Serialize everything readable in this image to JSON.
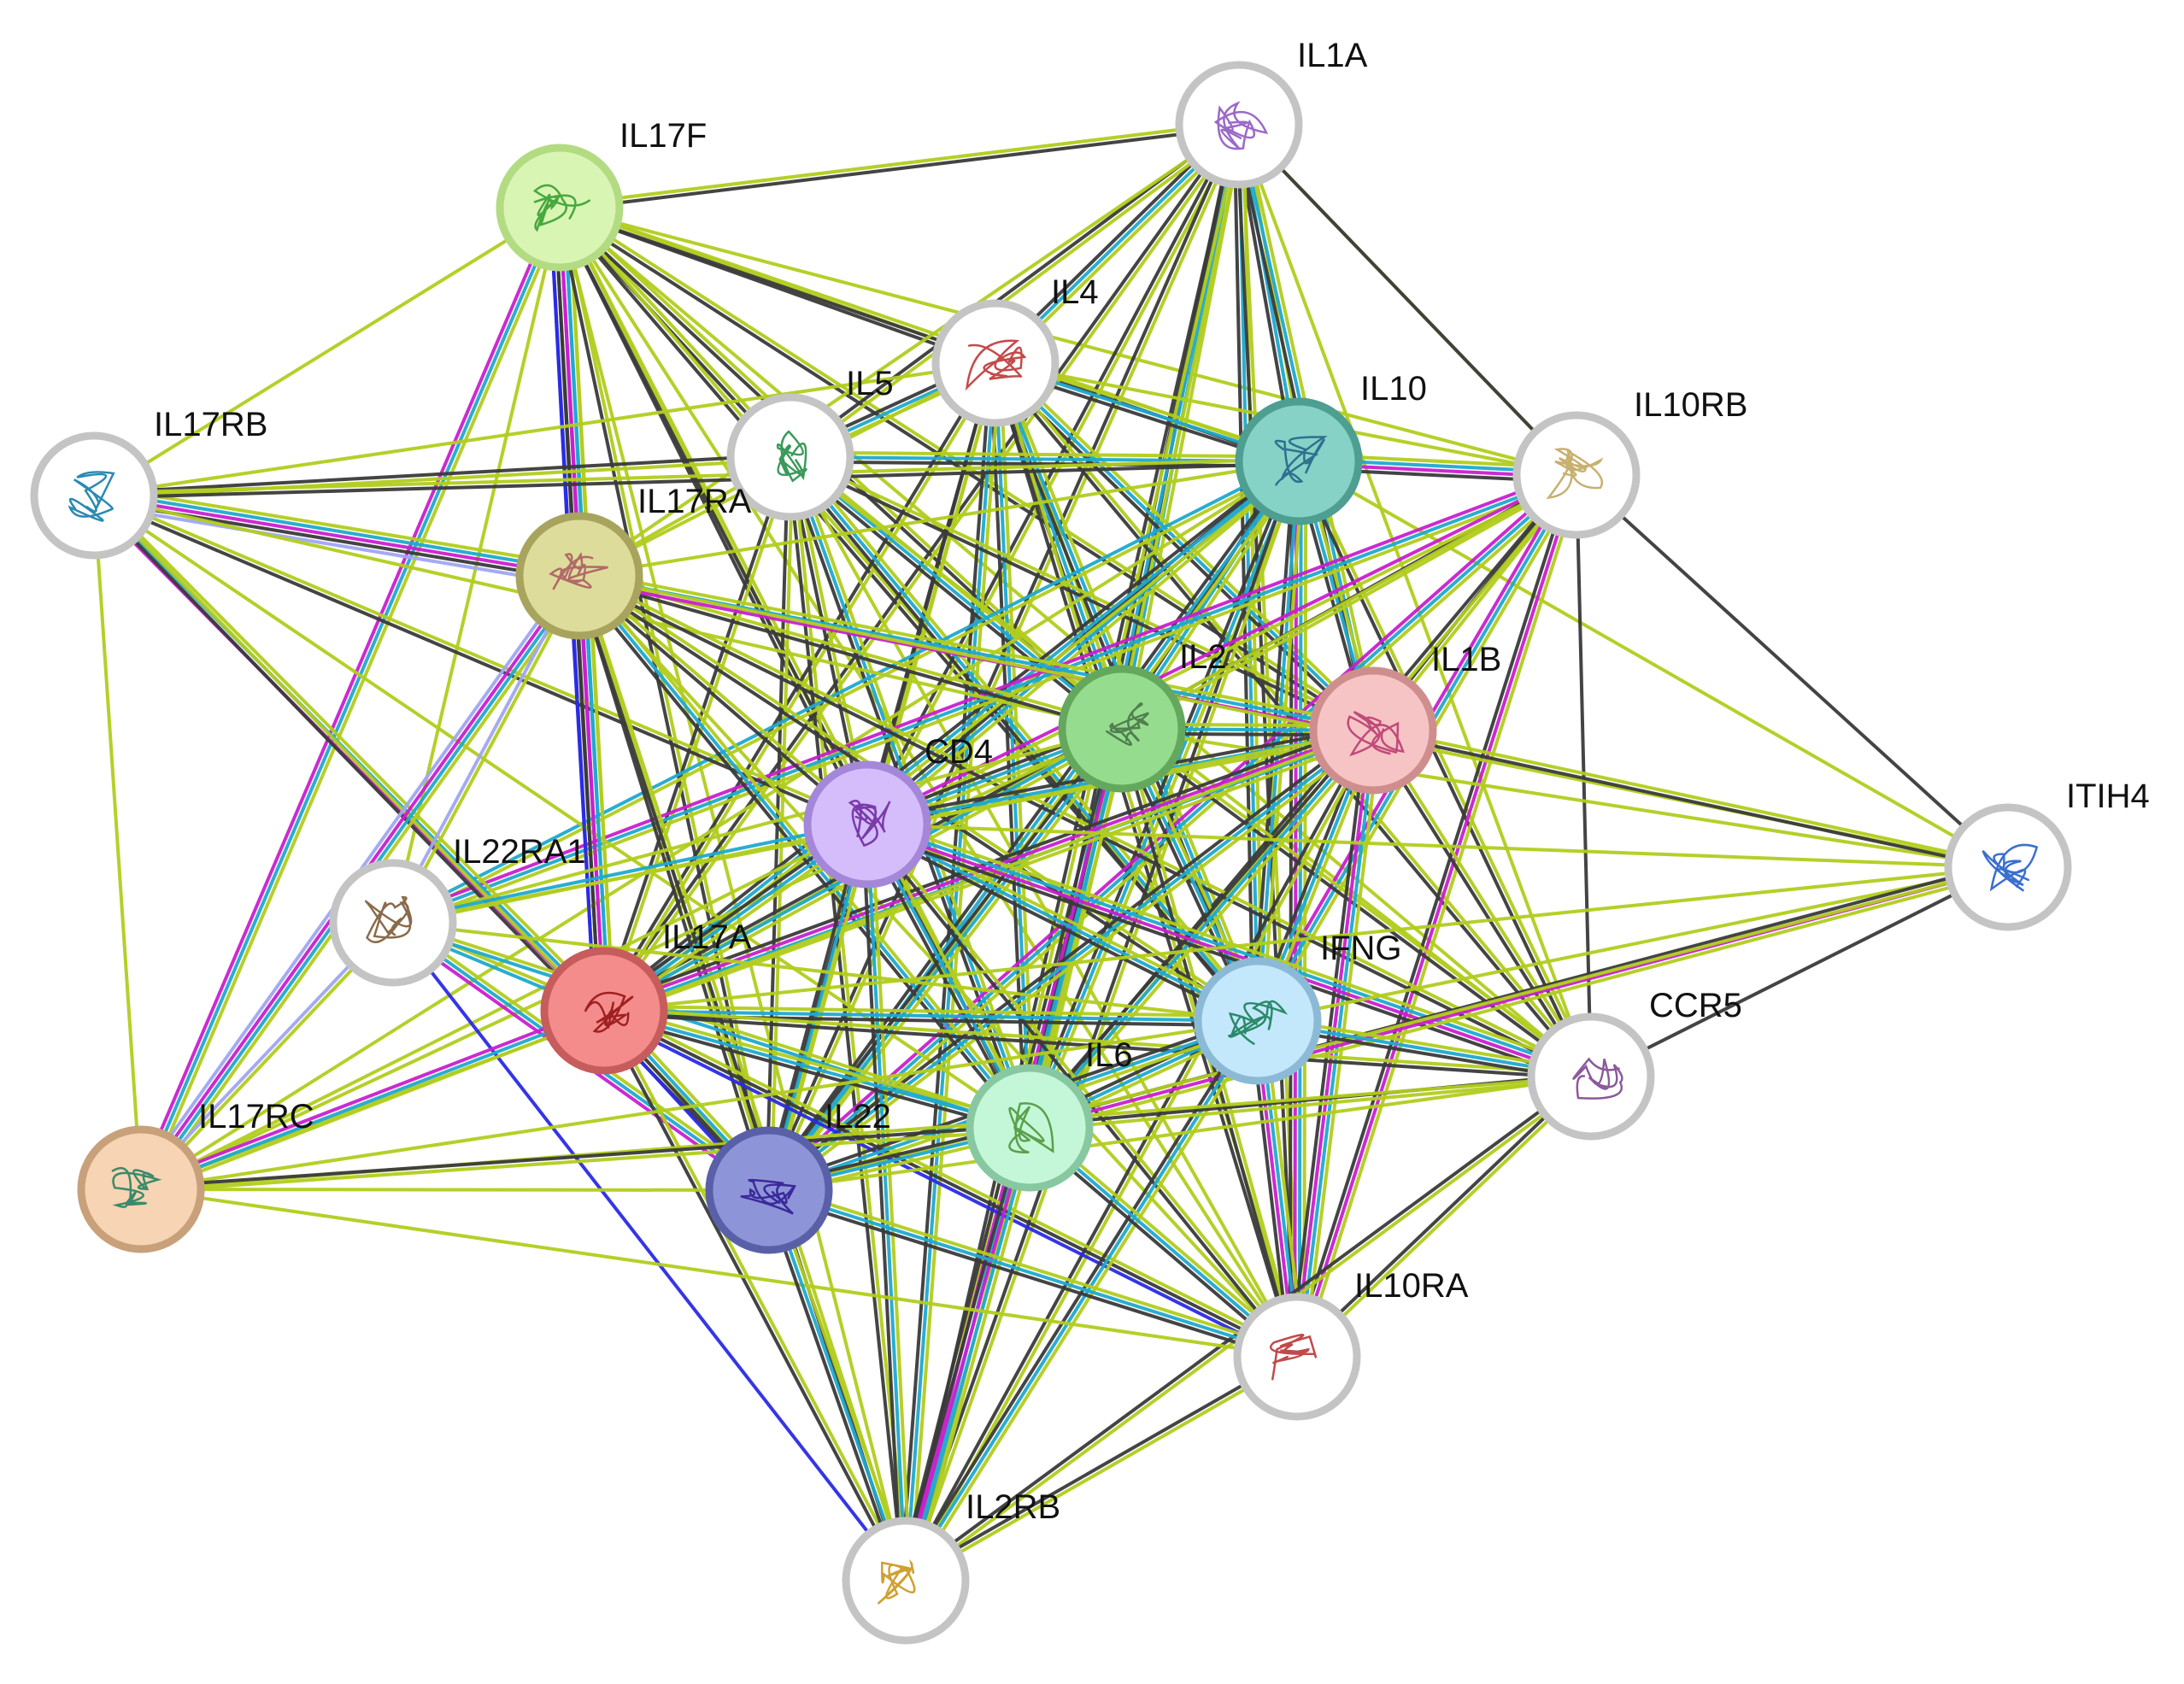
{
  "nodes": [
    {
      "id": "IL17F",
      "label": "IL17F",
      "color": "#d9f5b4",
      "ring": "#b3db82",
      "art": "#47a83e"
    },
    {
      "id": "IL1A",
      "label": "IL1A",
      "color": "#ffffff",
      "ring": "#c4c4c4",
      "art": "#9b69c8"
    },
    {
      "id": "IL4",
      "label": "IL4",
      "color": "#ffffff",
      "ring": "#c4c4c4",
      "art": "#c44a4a"
    },
    {
      "id": "IL5",
      "label": "IL5",
      "color": "#ffffff",
      "ring": "#c4c4c4",
      "art": "#3a9a5a"
    },
    {
      "id": "IL10",
      "label": "IL10",
      "color": "#86d2c6",
      "ring": "#4e9e92",
      "art": "#2f6f8f"
    },
    {
      "id": "IL10RB",
      "label": "IL10RB",
      "color": "#ffffff",
      "ring": "#c4c4c4",
      "art": "#c8b070"
    },
    {
      "id": "IL17RB",
      "label": "IL17RB",
      "color": "#ffffff",
      "ring": "#c4c4c4",
      "art": "#2a8ab0"
    },
    {
      "id": "IL17RA",
      "label": "IL17RA",
      "color": "#dedc9a",
      "ring": "#a8a45e",
      "art": "#b06a6a"
    },
    {
      "id": "IL2",
      "label": "IL2",
      "color": "#96dc8e",
      "ring": "#63a85d",
      "art": "#4f7f4f"
    },
    {
      "id": "IL1B",
      "label": "IL1B",
      "color": "#f6c4c4",
      "ring": "#cf8e8e",
      "art": "#c04a7a"
    },
    {
      "id": "CD4",
      "label": "CD4",
      "color": "#d4bdfa",
      "ring": "#a487d9",
      "art": "#7a3aa8"
    },
    {
      "id": "ITIH4",
      "label": "ITIH4",
      "color": "#ffffff",
      "ring": "#c4c4c4",
      "art": "#3a6fd0"
    },
    {
      "id": "IL22RA1",
      "label": "IL22RA1",
      "color": "#ffffff",
      "ring": "#c4c4c4",
      "art": "#8a6a4a"
    },
    {
      "id": "IL17A",
      "label": "IL17A",
      "color": "#f48c8c",
      "ring": "#c75c5c",
      "art": "#a02020"
    },
    {
      "id": "IFNG",
      "label": "IFNG",
      "color": "#c4e8fb",
      "ring": "#8cbad6",
      "art": "#2a8a6a"
    },
    {
      "id": "CCR5",
      "label": "CCR5",
      "color": "#ffffff",
      "ring": "#c4c4c4",
      "art": "#8a5a9a"
    },
    {
      "id": "IL6",
      "label": "IL6",
      "color": "#c4f7d8",
      "ring": "#88c8a0",
      "art": "#5aa04a"
    },
    {
      "id": "IL17RC",
      "label": "IL17RC",
      "color": "#f6d4b4",
      "ring": "#c8a07a",
      "art": "#3a8a6a"
    },
    {
      "id": "IL22",
      "label": "IL22",
      "color": "#8e94d8",
      "ring": "#5a60a8",
      "art": "#3a2a9a"
    },
    {
      "id": "IL10RA",
      "label": "IL10RA",
      "color": "#ffffff",
      "ring": "#c4c4c4",
      "art": "#c04a4a"
    },
    {
      "id": "IL2RB",
      "label": "IL2RB",
      "color": "#ffffff",
      "ring": "#c4c4c4",
      "art": "#d0a030"
    }
  ],
  "edges": [
    [
      "IL17F",
      "IL1A",
      [
        "g",
        "k"
      ]
    ],
    [
      "IL17F",
      "IL4",
      [
        "g",
        "k"
      ]
    ],
    [
      "IL17F",
      "IL5",
      [
        "g",
        "k"
      ]
    ],
    [
      "IL17F",
      "IL10",
      [
        "g",
        "k"
      ]
    ],
    [
      "IL17F",
      "IL10RB",
      [
        "g"
      ]
    ],
    [
      "IL17F",
      "IL17RB",
      [
        "g"
      ]
    ],
    [
      "IL17F",
      "IL17RA",
      [
        "g",
        "c",
        "m",
        "k",
        "b"
      ]
    ],
    [
      "IL17F",
      "IL2",
      [
        "g",
        "k"
      ]
    ],
    [
      "IL17F",
      "IL1B",
      [
        "g",
        "k"
      ]
    ],
    [
      "IL17F",
      "CD4",
      [
        "g",
        "k"
      ]
    ],
    [
      "IL17F",
      "IL22RA1",
      [
        "g"
      ]
    ],
    [
      "IL17F",
      "IL17A",
      [
        "g",
        "c",
        "m",
        "k",
        "b"
      ]
    ],
    [
      "IL17F",
      "IFNG",
      [
        "g",
        "k"
      ]
    ],
    [
      "IL17F",
      "CCR5",
      [
        "g"
      ]
    ],
    [
      "IL17F",
      "IL6",
      [
        "g",
        "k"
      ]
    ],
    [
      "IL17F",
      "IL17RC",
      [
        "g",
        "c",
        "m"
      ]
    ],
    [
      "IL17F",
      "IL22",
      [
        "g",
        "k"
      ]
    ],
    [
      "IL17F",
      "IL10RA",
      [
        "g"
      ]
    ],
    [
      "IL17F",
      "IL2RB",
      [
        "g"
      ]
    ],
    [
      "IL1A",
      "IL4",
      [
        "g",
        "c",
        "k"
      ]
    ],
    [
      "IL1A",
      "IL5",
      [
        "g",
        "k"
      ]
    ],
    [
      "IL1A",
      "IL10",
      [
        "g",
        "c",
        "k"
      ]
    ],
    [
      "IL1A",
      "IL10RB",
      [
        "g"
      ]
    ],
    [
      "IL1A",
      "IL2",
      [
        "g",
        "c",
        "k"
      ]
    ],
    [
      "IL1A",
      "IL1B",
      [
        "g",
        "c",
        "k"
      ]
    ],
    [
      "IL1A",
      "CD4",
      [
        "g",
        "k"
      ]
    ],
    [
      "IL1A",
      "IL17A",
      [
        "g",
        "k"
      ]
    ],
    [
      "IL1A",
      "IFNG",
      [
        "g",
        "c",
        "k"
      ]
    ],
    [
      "IL1A",
      "CCR5",
      [
        "g"
      ]
    ],
    [
      "IL1A",
      "IL6",
      [
        "g",
        "c",
        "k"
      ]
    ],
    [
      "IL1A",
      "IL22",
      [
        "g",
        "k"
      ]
    ],
    [
      "IL1A",
      "IL10RA",
      [
        "g",
        "k"
      ]
    ],
    [
      "IL1A",
      "IL2RB",
      [
        "g",
        "k"
      ]
    ],
    [
      "IL1A",
      "IL17RA",
      [
        "g"
      ]
    ],
    [
      "IL4",
      "IL5",
      [
        "g",
        "c",
        "k"
      ]
    ],
    [
      "IL4",
      "IL10",
      [
        "g",
        "c",
        "k"
      ]
    ],
    [
      "IL4",
      "IL10RB",
      [
        "g"
      ]
    ],
    [
      "IL4",
      "IL2",
      [
        "g",
        "c",
        "k"
      ]
    ],
    [
      "IL4",
      "IL1B",
      [
        "g",
        "c",
        "k"
      ]
    ],
    [
      "IL4",
      "CD4",
      [
        "g",
        "k"
      ]
    ],
    [
      "IL4",
      "IL17A",
      [
        "g",
        "k"
      ]
    ],
    [
      "IL4",
      "IFNG",
      [
        "g",
        "c",
        "k"
      ]
    ],
    [
      "IL4",
      "CCR5",
      [
        "g",
        "k"
      ]
    ],
    [
      "IL4",
      "IL6",
      [
        "g",
        "c",
        "k"
      ]
    ],
    [
      "IL4",
      "IL22",
      [
        "g",
        "k"
      ]
    ],
    [
      "IL4",
      "IL10RA",
      [
        "g",
        "k"
      ]
    ],
    [
      "IL4",
      "IL2RB",
      [
        "g",
        "c",
        "k"
      ]
    ],
    [
      "IL4",
      "IL17RA",
      [
        "g"
      ]
    ],
    [
      "IL4",
      "IL17RB",
      [
        "g"
      ]
    ],
    [
      "IL5",
      "IL10",
      [
        "g",
        "c",
        "k"
      ]
    ],
    [
      "IL5",
      "IL2",
      [
        "g",
        "c",
        "k"
      ]
    ],
    [
      "IL5",
      "IL1B",
      [
        "g",
        "k"
      ]
    ],
    [
      "IL5",
      "CD4",
      [
        "g",
        "k"
      ]
    ],
    [
      "IL5",
      "IL17A",
      [
        "g",
        "k"
      ]
    ],
    [
      "IL5",
      "IFNG",
      [
        "g",
        "c",
        "k"
      ]
    ],
    [
      "IL5",
      "IL6",
      [
        "g",
        "c",
        "k"
      ]
    ],
    [
      "IL5",
      "IL22",
      [
        "g",
        "k"
      ]
    ],
    [
      "IL5",
      "IL2RB",
      [
        "g",
        "k"
      ]
    ],
    [
      "IL5",
      "IL10RA",
      [
        "g"
      ]
    ],
    [
      "IL5",
      "IL17RB",
      [
        "g",
        "k"
      ]
    ],
    [
      "IL5",
      "IL17RA",
      [
        "g"
      ]
    ],
    [
      "IL5",
      "CCR5",
      [
        "g"
      ]
    ],
    [
      "IL10",
      "IL10RB",
      [
        "g",
        "c",
        "m",
        "k"
      ]
    ],
    [
      "IL10",
      "IL10RA",
      [
        "g",
        "c",
        "m",
        "k"
      ]
    ],
    [
      "IL10",
      "IL2",
      [
        "g",
        "c",
        "k"
      ]
    ],
    [
      "IL10",
      "IL1B",
      [
        "g",
        "c",
        "k"
      ]
    ],
    [
      "IL10",
      "CD4",
      [
        "g",
        "c",
        "k"
      ]
    ],
    [
      "IL10",
      "IL17A",
      [
        "g",
        "c",
        "k"
      ]
    ],
    [
      "IL10",
      "IFNG",
      [
        "g",
        "c",
        "k"
      ]
    ],
    [
      "IL10",
      "CCR5",
      [
        "g",
        "k"
      ]
    ],
    [
      "IL10",
      "IL6",
      [
        "g",
        "c",
        "k"
      ]
    ],
    [
      "IL10",
      "IL22",
      [
        "g",
        "c",
        "k"
      ]
    ],
    [
      "IL10",
      "IL2RB",
      [
        "g",
        "k"
      ]
    ],
    [
      "IL10",
      "IL17RA",
      [
        "g"
      ]
    ],
    [
      "IL10",
      "IL22RA1",
      [
        "g",
        "c"
      ]
    ],
    [
      "IL10",
      "IL17RC",
      [
        "g"
      ]
    ],
    [
      "IL10",
      "ITIH4",
      [
        "g"
      ]
    ],
    [
      "IL10RB",
      "IL10RA",
      [
        "g",
        "m",
        "k"
      ]
    ],
    [
      "IL10RB",
      "IL22RA1",
      [
        "g",
        "c",
        "m"
      ]
    ],
    [
      "IL10RB",
      "IL22",
      [
        "g",
        "c",
        "m"
      ]
    ],
    [
      "IL10RB",
      "IL2",
      [
        "g",
        "k"
      ]
    ],
    [
      "IL10RB",
      "IL1B",
      [
        "g",
        "k"
      ]
    ],
    [
      "IL10RB",
      "CD4",
      [
        "g",
        "m"
      ]
    ],
    [
      "IL10RB",
      "IFNG",
      [
        "g",
        "c",
        "m"
      ]
    ],
    [
      "IL10RB",
      "IL6",
      [
        "g",
        "k"
      ]
    ],
    [
      "IL10RB",
      "CCR5",
      [
        "k"
      ]
    ],
    [
      "IL10RB",
      "ITIH4",
      [
        "k"
      ]
    ],
    [
      "IL10RB",
      "IL17A",
      [
        "g"
      ]
    ],
    [
      "IL10RB",
      "IL1A",
      [
        "k"
      ]
    ],
    [
      "IL17RB",
      "IL17RA",
      [
        "g",
        "c",
        "m",
        "k",
        "lb"
      ]
    ],
    [
      "IL17RB",
      "IL17A",
      [
        "g",
        "c",
        "m"
      ]
    ],
    [
      "IL17RB",
      "IL17RC",
      [
        "g"
      ]
    ],
    [
      "IL17RB",
      "CD4",
      [
        "g",
        "k"
      ]
    ],
    [
      "IL17RB",
      "IL22",
      [
        "g",
        "k"
      ]
    ],
    [
      "IL17RB",
      "IL2",
      [
        "g"
      ]
    ],
    [
      "IL17RB",
      "IL6",
      [
        "g"
      ]
    ],
    [
      "IL17RB",
      "IL10",
      [
        "g",
        "k"
      ]
    ],
    [
      "IL17RA",
      "IL17A",
      [
        "g",
        "c",
        "m",
        "k",
        "b"
      ]
    ],
    [
      "IL17RA",
      "IL17RC",
      [
        "g",
        "c",
        "m",
        "lb"
      ]
    ],
    [
      "IL17RA",
      "IL2",
      [
        "g",
        "k"
      ]
    ],
    [
      "IL17RA",
      "IL1B",
      [
        "g",
        "c",
        "m"
      ]
    ],
    [
      "IL17RA",
      "CD4",
      [
        "g",
        "k"
      ]
    ],
    [
      "IL17RA",
      "IFNG",
      [
        "g",
        "k"
      ]
    ],
    [
      "IL17RA",
      "IL6",
      [
        "g",
        "c",
        "k"
      ]
    ],
    [
      "IL17RA",
      "IL22",
      [
        "g",
        "k"
      ]
    ],
    [
      "IL17RA",
      "CCR5",
      [
        "g",
        "k"
      ]
    ],
    [
      "IL17RA",
      "IL10RA",
      [
        "g"
      ]
    ],
    [
      "IL17RA",
      "IL2RB",
      [
        "g",
        "k"
      ]
    ],
    [
      "IL17RA",
      "IL22RA1",
      [
        "g",
        "lb"
      ]
    ],
    [
      "IL17RA",
      "ITIH4",
      [
        "g"
      ]
    ],
    [
      "IL2",
      "IL1B",
      [
        "g",
        "c",
        "k"
      ]
    ],
    [
      "IL2",
      "CD4",
      [
        "g",
        "c",
        "k"
      ]
    ],
    [
      "IL2",
      "IL17A",
      [
        "g",
        "c",
        "k"
      ]
    ],
    [
      "IL2",
      "IFNG",
      [
        "g",
        "c",
        "k"
      ]
    ],
    [
      "IL2",
      "CCR5",
      [
        "g",
        "k"
      ]
    ],
    [
      "IL2",
      "IL6",
      [
        "g",
        "c",
        "k"
      ]
    ],
    [
      "IL2",
      "IL22",
      [
        "g",
        "c",
        "k"
      ]
    ],
    [
      "IL2",
      "IL10RA",
      [
        "g",
        "k"
      ]
    ],
    [
      "IL2",
      "IL2RB",
      [
        "g",
        "c",
        "m",
        "k"
      ]
    ],
    [
      "IL2",
      "ITIH4",
      [
        "g"
      ]
    ],
    [
      "IL2",
      "IL22RA1",
      [
        "g"
      ]
    ],
    [
      "IL2",
      "IL17RC",
      [
        "g"
      ]
    ],
    [
      "IL1B",
      "CD4",
      [
        "g",
        "c",
        "k"
      ]
    ],
    [
      "IL1B",
      "IL17A",
      [
        "g",
        "c",
        "m",
        "k"
      ]
    ],
    [
      "IL1B",
      "IFNG",
      [
        "g",
        "c",
        "k"
      ]
    ],
    [
      "IL1B",
      "CCR5",
      [
        "g",
        "k"
      ]
    ],
    [
      "IL1B",
      "IL6",
      [
        "g",
        "c",
        "k"
      ]
    ],
    [
      "IL1B",
      "IL22",
      [
        "g",
        "c",
        "k"
      ]
    ],
    [
      "IL1B",
      "IL10RA",
      [
        "g",
        "c",
        "m",
        "k"
      ]
    ],
    [
      "IL1B",
      "IL2RB",
      [
        "g",
        "k"
      ]
    ],
    [
      "IL1B",
      "ITIH4",
      [
        "g",
        "k"
      ]
    ],
    [
      "IL1B",
      "IL22RA1",
      [
        "g"
      ]
    ],
    [
      "IL1B",
      "IL17RC",
      [
        "g"
      ]
    ],
    [
      "CD4",
      "IL17A",
      [
        "g",
        "c",
        "k"
      ]
    ],
    [
      "CD4",
      "IFNG",
      [
        "g",
        "c",
        "k"
      ]
    ],
    [
      "CD4",
      "CCR5",
      [
        "g",
        "c",
        "m",
        "k"
      ]
    ],
    [
      "CD4",
      "IL6",
      [
        "g",
        "c",
        "k"
      ]
    ],
    [
      "CD4",
      "IL22",
      [
        "g",
        "c",
        "k"
      ]
    ],
    [
      "CD4",
      "IL10RA",
      [
        "g",
        "k"
      ]
    ],
    [
      "CD4",
      "IL2RB",
      [
        "g",
        "c",
        "k"
      ]
    ],
    [
      "CD4",
      "ITIH4",
      [
        "g"
      ]
    ],
    [
      "CD4",
      "IL22RA1",
      [
        "g",
        "c"
      ]
    ],
    [
      "CD4",
      "IL17RC",
      [
        "g"
      ]
    ],
    [
      "ITIH4",
      "IFNG",
      [
        "g"
      ]
    ],
    [
      "ITIH4",
      "IL6",
      [
        "g",
        "m",
        "k"
      ]
    ],
    [
      "ITIH4",
      "CCR5",
      [
        "k"
      ]
    ],
    [
      "ITIH4",
      "IL17A",
      [
        "g"
      ]
    ],
    [
      "ITIH4",
      "IL22",
      [
        "g"
      ]
    ],
    [
      "IL22RA1",
      "IL17A",
      [
        "g",
        "c"
      ]
    ],
    [
      "IL22RA1",
      "IL22",
      [
        "g",
        "c",
        "m"
      ]
    ],
    [
      "IL22RA1",
      "IL6",
      [
        "g",
        "c"
      ]
    ],
    [
      "IL22RA1",
      "IL17RC",
      [
        "g",
        "lb"
      ]
    ],
    [
      "IL22RA1",
      "IL2RB",
      [
        "b"
      ]
    ],
    [
      "IL22RA1",
      "IFNG",
      [
        "g"
      ]
    ],
    [
      "IL17A",
      "IFNG",
      [
        "g",
        "c",
        "k"
      ]
    ],
    [
      "IL17A",
      "CCR5",
      [
        "g",
        "k"
      ]
    ],
    [
      "IL17A",
      "IL6",
      [
        "g",
        "c",
        "k"
      ]
    ],
    [
      "IL17A",
      "IL22",
      [
        "g",
        "c",
        "k",
        "b"
      ]
    ],
    [
      "IL17A",
      "IL10RA",
      [
        "g",
        "k",
        "b"
      ]
    ],
    [
      "IL17A",
      "IL2RB",
      [
        "g",
        "k"
      ]
    ],
    [
      "IL17A",
      "IL17RC",
      [
        "g",
        "c",
        "m"
      ]
    ],
    [
      "IFNG",
      "CCR5",
      [
        "g",
        "c",
        "k"
      ]
    ],
    [
      "IFNG",
      "IL6",
      [
        "g",
        "c",
        "k"
      ]
    ],
    [
      "IFNG",
      "IL22",
      [
        "g",
        "c",
        "k"
      ]
    ],
    [
      "IFNG",
      "IL10RA",
      [
        "g",
        "c",
        "m",
        "k"
      ]
    ],
    [
      "IFNG",
      "IL2RB",
      [
        "g",
        "c",
        "k"
      ]
    ],
    [
      "IFNG",
      "IL17RC",
      [
        "g"
      ]
    ],
    [
      "CCR5",
      "IL6",
      [
        "g",
        "k"
      ]
    ],
    [
      "CCR5",
      "IL22",
      [
        "g"
      ]
    ],
    [
      "CCR5",
      "IL10RA",
      [
        "g",
        "k"
      ]
    ],
    [
      "CCR5",
      "IL2RB",
      [
        "g",
        "k"
      ]
    ],
    [
      "CCR5",
      "IL17RC",
      [
        "g"
      ]
    ],
    [
      "IL6",
      "IL22",
      [
        "g",
        "c",
        "k"
      ]
    ],
    [
      "IL6",
      "IL10RA",
      [
        "g",
        "c",
        "k"
      ]
    ],
    [
      "IL6",
      "IL2RB",
      [
        "g",
        "c",
        "m",
        "k"
      ]
    ],
    [
      "IL6",
      "IL17RC",
      [
        "g",
        "k"
      ]
    ],
    [
      "IL17RC",
      "IL22",
      [
        "g"
      ]
    ],
    [
      "IL17RC",
      "IL10RA",
      [
        "g"
      ]
    ],
    [
      "IL22",
      "IL10RA",
      [
        "g",
        "c",
        "k"
      ]
    ],
    [
      "IL22",
      "IL2RB",
      [
        "g",
        "c",
        "k"
      ]
    ],
    [
      "IL10RA",
      "IL2RB",
      [
        "g",
        "k"
      ]
    ]
  ],
  "edge_colors": {
    "g": "#b2cc1e",
    "k": "#3a3a3a",
    "c": "#1fa9cf",
    "m": "#c91fcf",
    "b": "#2a2ae6",
    "lb": "#9fa6f2"
  },
  "node_border_color": "#c4c4c4"
}
